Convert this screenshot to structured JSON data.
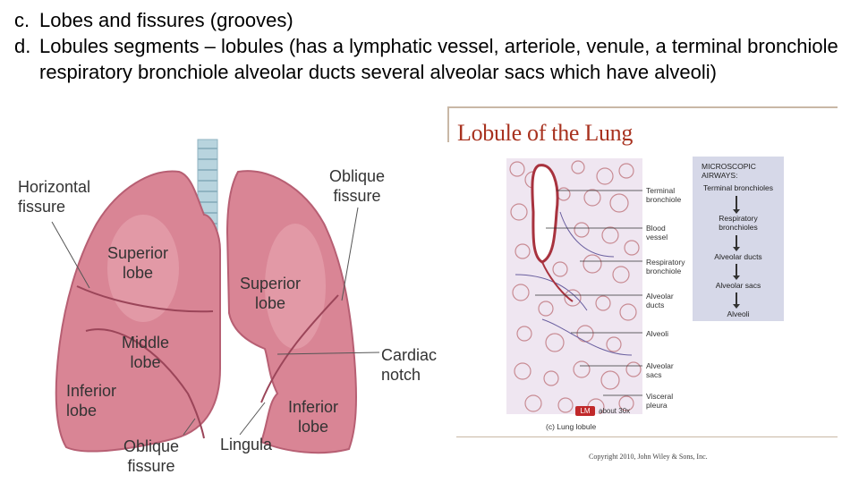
{
  "bullets": [
    {
      "marker": "c.",
      "text": "Lobes and fissures (grooves)"
    },
    {
      "marker": "d.",
      "text": "Lobules segments – lobules (has a lymphatic vessel, arteriole, venule, a terminal bronchiole respiratory bronchiole alveolar ducts several alveolar sacs which have alveoli)"
    }
  ],
  "lung_figure": {
    "labels": {
      "horizontal_fissure": "Horizontal\nfissure",
      "oblique_fissure_top": "Oblique\nfissure",
      "superior_lobe_right": "Superior\nlobe",
      "superior_lobe_left": "Superior\nlobe",
      "middle_lobe": "Middle\nlobe",
      "cardiac_notch": "Cardiac\nnotch",
      "inferior_lobe_right": "Inferior\nlobe",
      "inferior_lobe_left": "Inferior\nlobe",
      "oblique_fissure_bottom": "Oblique\nfissure",
      "lingula": "Lingula"
    },
    "colors": {
      "lung": "#d98595",
      "lung_dark": "#b75f73",
      "trachea": "#b8d4de"
    }
  },
  "lobule_figure": {
    "title": "Lobule of the Lung",
    "callouts": [
      "Terminal\nbronchiole",
      "Blood\nvessel",
      "Respiratory\nbronchiole",
      "Alveolar\nducts",
      "Alveoli",
      "Alveolar\nsacs",
      "Visceral\npleura"
    ],
    "airways_header": "MICROSCOPIC\nAIRWAYS:",
    "airways_steps": [
      "Terminal bronchioles",
      "Respiratory\nbronchioles",
      "Alveolar ducts",
      "Alveolar sacs",
      "Alveoli"
    ],
    "lm_badge": "LM",
    "magnification": "about 30x",
    "caption": "(c) Lung lobule",
    "copyright": "Copyright 2010, John Wiley & Sons, Inc.",
    "colors": {
      "title": "#a8321f",
      "airways_box": "#d6d8e8",
      "tissue_bg": "#efe6f1"
    }
  }
}
